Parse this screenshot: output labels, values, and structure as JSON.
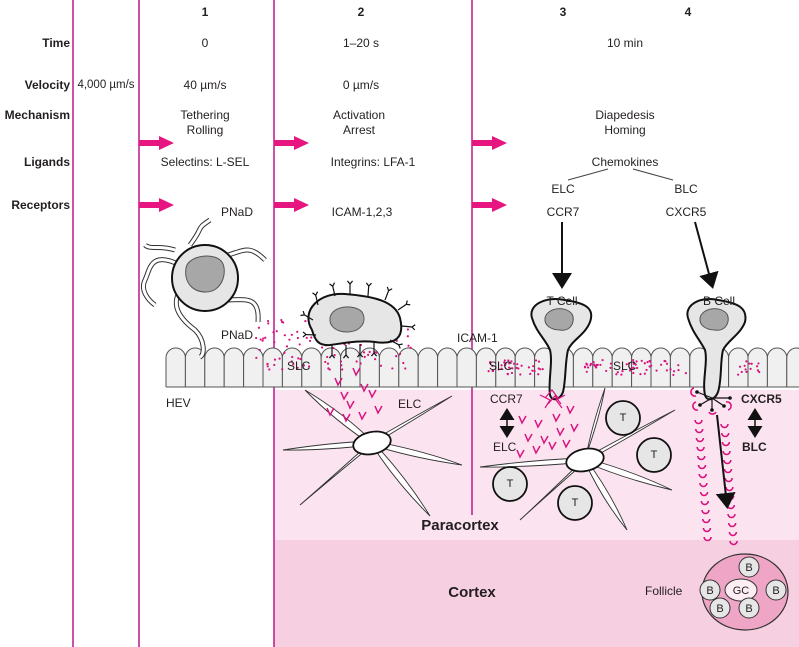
{
  "colors": {
    "magenta": "#d9127f",
    "divider": "#c0168c",
    "paracortex_bg": "#fbe4ef",
    "cortex_bg": "#f6cfe0",
    "cell_fill": "#e6e6e6",
    "nucleus_fill": "#a7a7a7",
    "endothelium_fill": "#f0f0f0",
    "follicle_fill": "#efa6c6"
  },
  "steps": [
    "1",
    "2",
    "3",
    "4"
  ],
  "rows": {
    "time": "Time",
    "velocity": "Velocity",
    "mechanism": "Mechanism",
    "ligands": "Ligands",
    "receptors": "Receptors"
  },
  "initial_velocity": "4,000 µm/s",
  "step1": {
    "time": "0",
    "velocity": "40 µm/s",
    "mechanism_line1": "Tethering",
    "mechanism_line2": "Rolling",
    "ligands": "Selectins: L-SEL",
    "receptors": "PNaD"
  },
  "step2": {
    "time": "1–20 s",
    "velocity": "0 µm/s",
    "mechanism_line1": "Activation",
    "mechanism_line2": "Arrest",
    "ligands": "Integrins: LFA-1",
    "receptors": "ICAM-1,2,3"
  },
  "step34": {
    "time": "10 min",
    "mechanism_line1": "Diapedesis",
    "mechanism_line2": "Homing",
    "ligands": "Chemokines",
    "ligand_left": "ELC",
    "ligand_right": "BLC",
    "receptor_left": "CCR7",
    "receptor_right": "CXCR5"
  },
  "labels": {
    "pnad_cell": "PNaD",
    "icam1": "ICAM-1",
    "slc1": "SLC",
    "slc2": "SLC",
    "slc3": "SLC",
    "hev": "HEV",
    "elc_area": "ELC",
    "t_cell": "T Cell",
    "b_cell": "B Cell",
    "ccr7": "CCR7",
    "elc_bottom": "ELC",
    "cxcr5": "CXCR5",
    "blc": "BLC",
    "t": "T",
    "paracortex": "Paracortex",
    "cortex": "Cortex",
    "follicle": "Follicle",
    "gc": "GC",
    "b": "B"
  }
}
